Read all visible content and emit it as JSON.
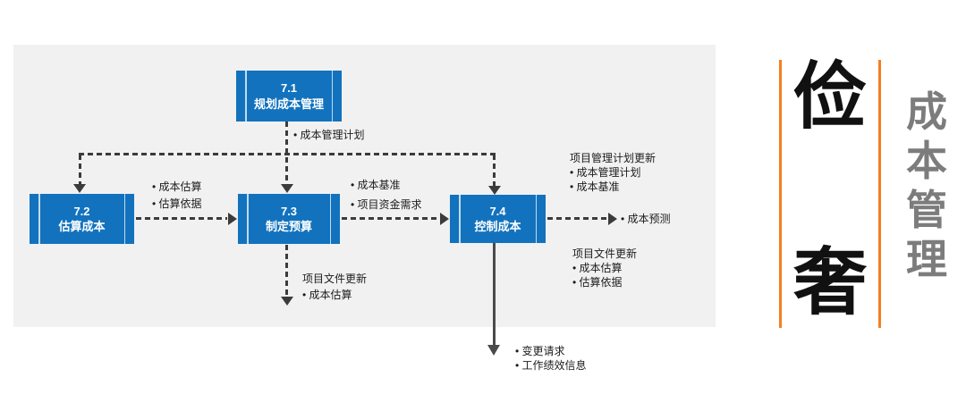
{
  "colors": {
    "box_blue": "#1272bd",
    "dash_gray": "#3b3b3b",
    "solid_arrow_gray": "#4a4a4a",
    "panel_gray": "#f1f1f1",
    "orange": "#f57e20",
    "big_char_black": "#111111",
    "side_title_gray": "#7c7c7c",
    "label_black": "#1c1c1c"
  },
  "boxes": [
    {
      "number": "7.1",
      "name": "规划成本管理"
    },
    {
      "number": "7.2",
      "name": "估算成本"
    },
    {
      "number": "7.3",
      "name": "制定预算"
    },
    {
      "number": "7.4",
      "name": "控制成本"
    }
  ],
  "labels": {
    "plan_out": {
      "lines": [
        "• 成本管理计划"
      ]
    },
    "estimate_out": {
      "lines": [
        "• 成本估算",
        "• 估算依据"
      ]
    },
    "budget_out": {
      "lines": [
        "• 成本基准",
        "• 项目资金需求"
      ]
    },
    "control_right_top": {
      "lines": [
        "项目管理计划更新",
        "• 成本管理计划",
        "• 成本基准"
      ]
    },
    "forecast": {
      "lines": [
        "• 成本预测"
      ]
    },
    "control_right_bottom": {
      "lines": [
        "项目文件更新",
        "• 成本估算",
        "• 估算依据"
      ]
    },
    "budget_down": {
      "lines": [
        "项目文件更新",
        "• 成本估算"
      ]
    },
    "control_down": {
      "lines": [
        "• 变更请求",
        "• 工作绩效信息"
      ]
    }
  },
  "side": {
    "top_char": "俭",
    "bottom_char": "奢",
    "vertical_chars": [
      "成",
      "本",
      "管",
      "理"
    ]
  }
}
